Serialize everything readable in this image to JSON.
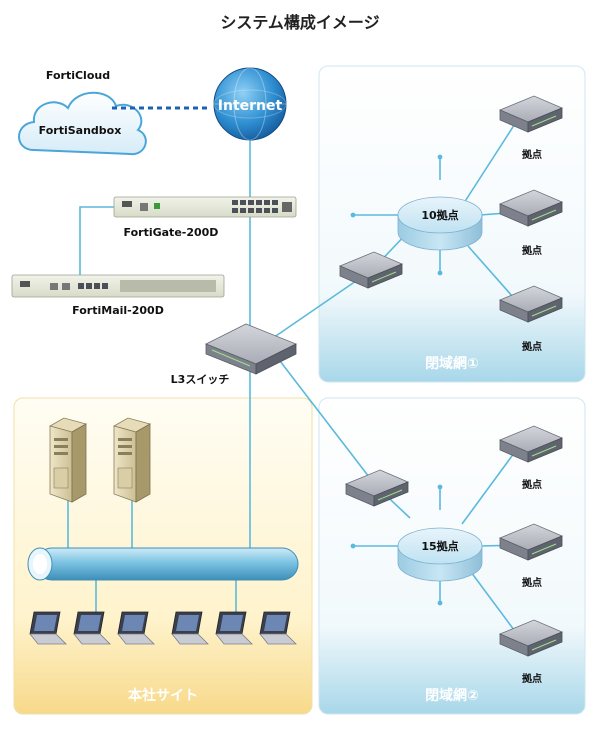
{
  "title": "システム構成イメージ",
  "cloud": {
    "name": "FortiCloud",
    "service": "FortiSandbox"
  },
  "internet": {
    "label": "Internet"
  },
  "devices": {
    "fortigate": "FortiGate-200D",
    "fortimail": "FortiMail-200D",
    "l3switch": "L3スイッチ"
  },
  "zone1": {
    "label": "閉域網①",
    "hub": "10拠点",
    "sites": [
      "拠点",
      "拠点",
      "拠点"
    ]
  },
  "zone2": {
    "label": "閉域網②",
    "hub": "15拠点",
    "sites": [
      "拠点",
      "拠点",
      "拠点"
    ]
  },
  "head_office": {
    "label": "本社サイト"
  },
  "colors": {
    "line": "#5bb9dd",
    "zone_blue": "#eaf6fb",
    "zone_yellow": "#fff6d6",
    "dotted": "#1b63b0"
  }
}
